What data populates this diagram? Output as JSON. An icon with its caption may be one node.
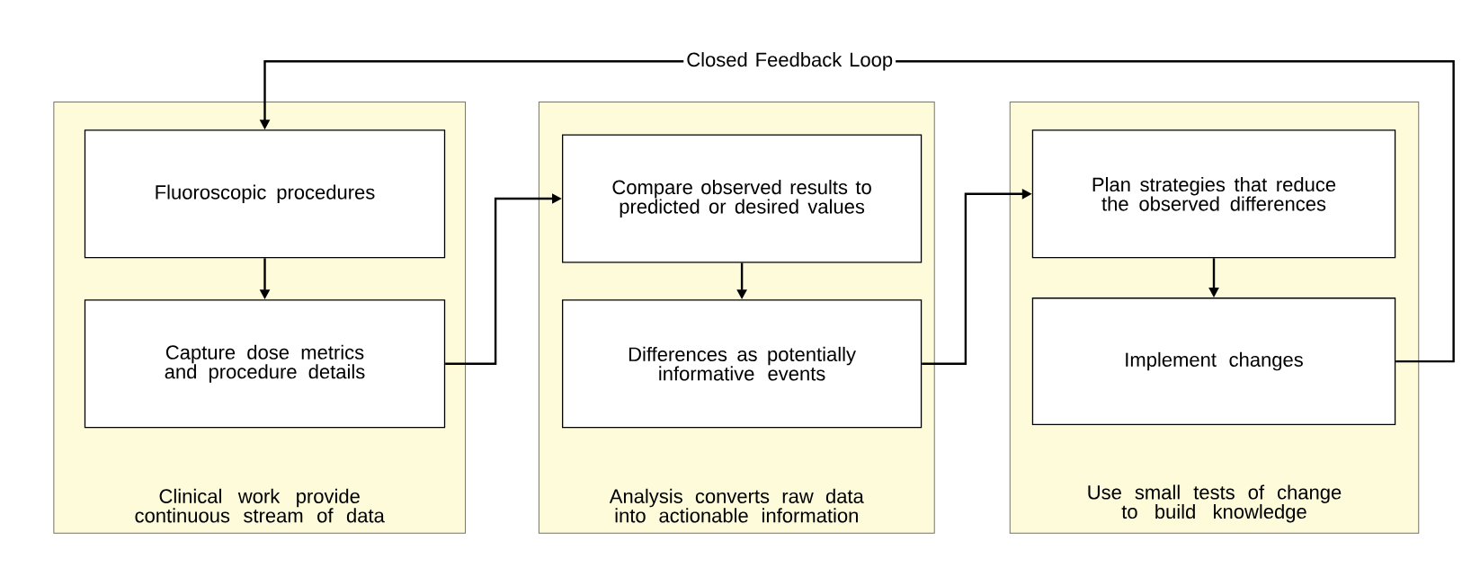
{
  "diagram": {
    "nodes": [
      {
        "text": [
          "Clinical work provide continuous stream of data"
        ]
      },
      {
        "text": [
          "Fluoroscopic procedures"
        ],
        "in": 0
      },
      {
        "text": [
          "Capture dose metrics and procedure details"
        ],
        "in": 0
      },
      {
        "text": [
          "Analysis converts raw data into actionable information"
        ]
      },
      {
        "text": [
          "Compare observed results to predicted or desired  values"
        ],
        "in": 3
      },
      {
        "text": [
          "Differences as potentially informative events"
        ],
        "in": 3
      },
      {
        "text": [
          "Use small tests of change to build knowledge"
        ]
      },
      {
        "text": [
          "Plan strategies that reduce the observed differences"
        ],
        "in": 6
      },
      {
        "text": [
          "Implement changes"
        ],
        "in": 6
      }
    ],
    "edges": [
      {
        "from": 1,
        "to": 2,
        "arrow": "to"
      },
      {
        "from": 2,
        "to": 4,
        "arrow": "to"
      },
      {
        "from": 4,
        "to": 5,
        "arrow": "to"
      },
      {
        "from": 5,
        "to": 7,
        "arrow": "to"
      },
      {
        "from": 7,
        "to": 8,
        "arrow": "to"
      },
      {
        "from": 8,
        "to": 1,
        "arrow": "to",
        "label": "Closed Feedback Loop"
      }
    ]
  }
}
